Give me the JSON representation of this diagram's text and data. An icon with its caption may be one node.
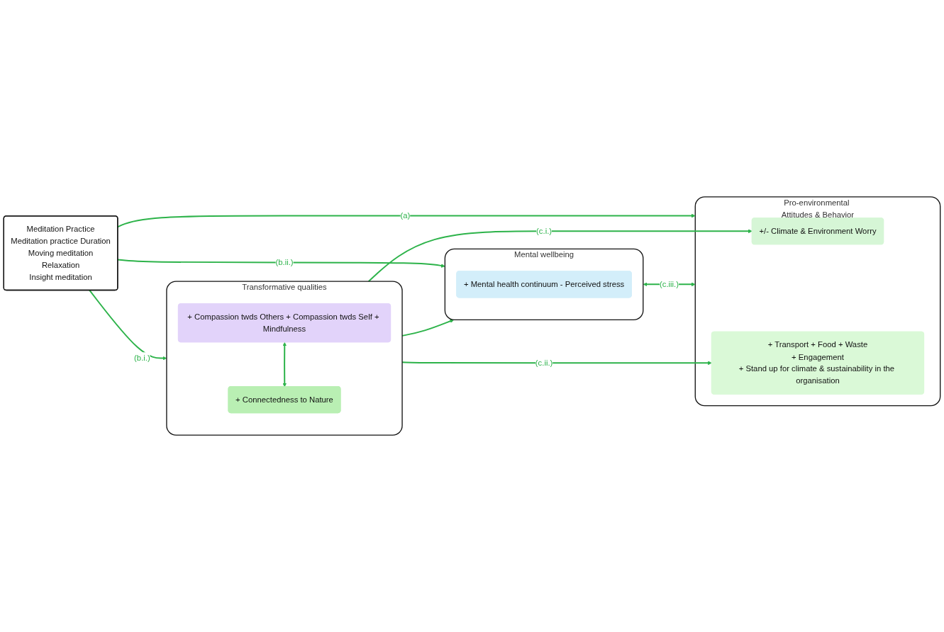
{
  "diagram": {
    "nodes": [
      {
        "text": [
          "Meditation Practice",
          "Meditation practice Duration",
          "Moving meditation",
          "Relaxation",
          "Insight meditation"
        ]
      },
      {
        "text": [
          "Transformative qualities"
        ]
      },
      {
        "text": [
          "+ Compassion twds Others + Compassion twds Self + Mindfulness"
        ],
        "in": 1
      },
      {
        "text": [
          "+ Connectedness to Nature"
        ],
        "in": 1
      },
      {
        "text": [
          "Pro-environmental Attitudes & Behavior"
        ]
      },
      {
        "text": [
          "+/- Climate & Environment Worry"
        ],
        "in": 4
      },
      {
        "text": [
          "+ Transport + Food + Waste",
          "+ Engagement",
          "+ Stand up for climate & sustainability in the organisation"
        ],
        "in": 4
      },
      {
        "text": [
          "Mental wellbeing"
        ]
      },
      {
        "text": [
          "+ Mental health continuum - Perceived stress"
        ],
        "in": 7
      }
    ],
    "edges": [
      {
        "from": 0,
        "to": 4,
        "label": "(a)",
        "arrow": "to"
      },
      {
        "from": 0,
        "to": 1,
        "label": "(b.i.)",
        "arrow": "to"
      },
      {
        "from": 0,
        "to": 7,
        "label": "(b.ii.)",
        "arrow": "to"
      },
      {
        "from": 2,
        "to": 3,
        "arrow": "both"
      },
      {
        "from": 1,
        "to": 5,
        "label": "(c.i.)",
        "arrow": "to"
      },
      {
        "from": 1,
        "to": 6,
        "label": "(c.ii.)",
        "arrow": "to"
      },
      {
        "from": 1,
        "to": 7,
        "arrow": "to"
      },
      {
        "from": 7,
        "to": 4,
        "label": "(c.iii.)",
        "arrow": "both"
      }
    ]
  }
}
